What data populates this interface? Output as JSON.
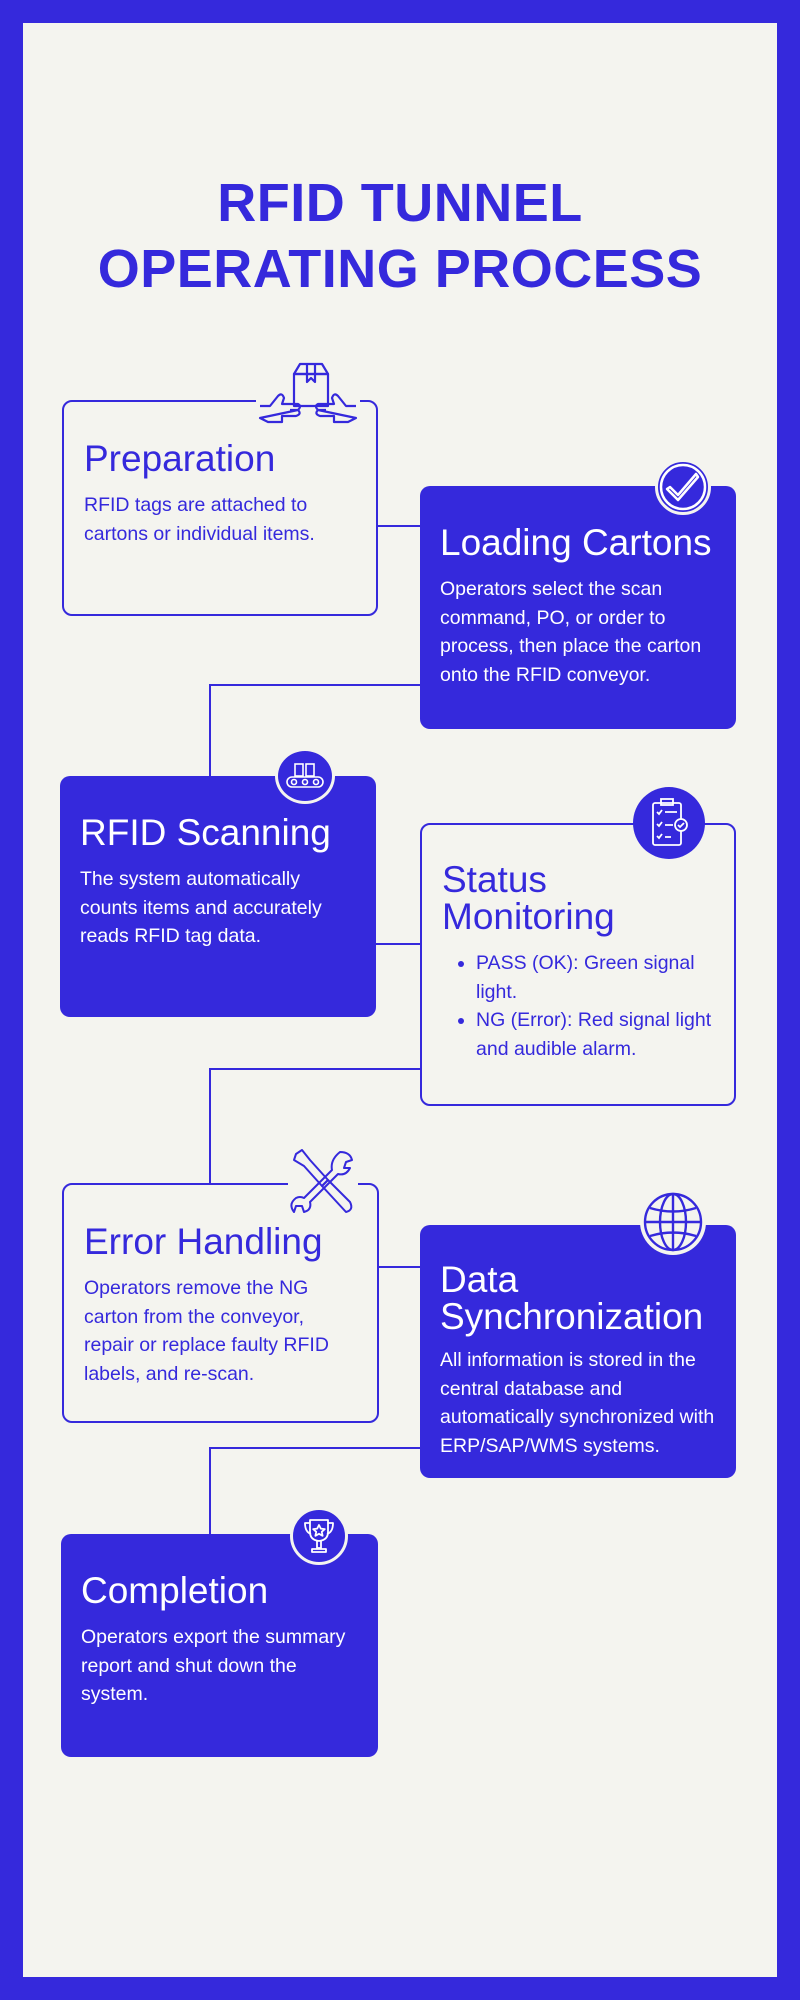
{
  "title": {
    "line1": "RFID TUNNEL",
    "line2": "OPERATING PROCESS"
  },
  "colors": {
    "accent": "#3529dc",
    "background": "#f4f4ef",
    "text_on_accent": "#ffffff"
  },
  "steps": [
    {
      "heading": "Preparation",
      "body": "RFID tags are attached to cartons or individual items.",
      "icon": "box-hands-icon"
    },
    {
      "heading": "Loading Cartons",
      "body": "Operators select the scan command, PO, or order to process, then place the carton onto the RFID conveyor.",
      "icon": "check-icon"
    },
    {
      "heading": "RFID Scanning",
      "body": "The system automatically counts items and accurately reads RFID tag data.",
      "icon": "conveyor-icon"
    },
    {
      "heading_line1": "Status",
      "heading_line2": "Monitoring",
      "bullets": [
        "PASS (OK): Green signal light.",
        "NG (Error): Red signal light and audible alarm."
      ],
      "icon": "clipboard-checklist-icon"
    },
    {
      "heading": "Error Handling",
      "body": "Operators remove the NG carton from the conveyor, repair or replace faulty RFID labels, and re-scan.",
      "icon": "wrench-screwdriver-icon"
    },
    {
      "heading_line1": "Data",
      "heading_line2": "Synchronization",
      "body": "All information is stored in the central database and automatically synchronized with ERP/SAP/WMS systems.",
      "icon": "globe-icon"
    },
    {
      "heading": "Completion",
      "body": "Operators export the summary report and shut down the system.",
      "icon": "trophy-icon"
    }
  ]
}
